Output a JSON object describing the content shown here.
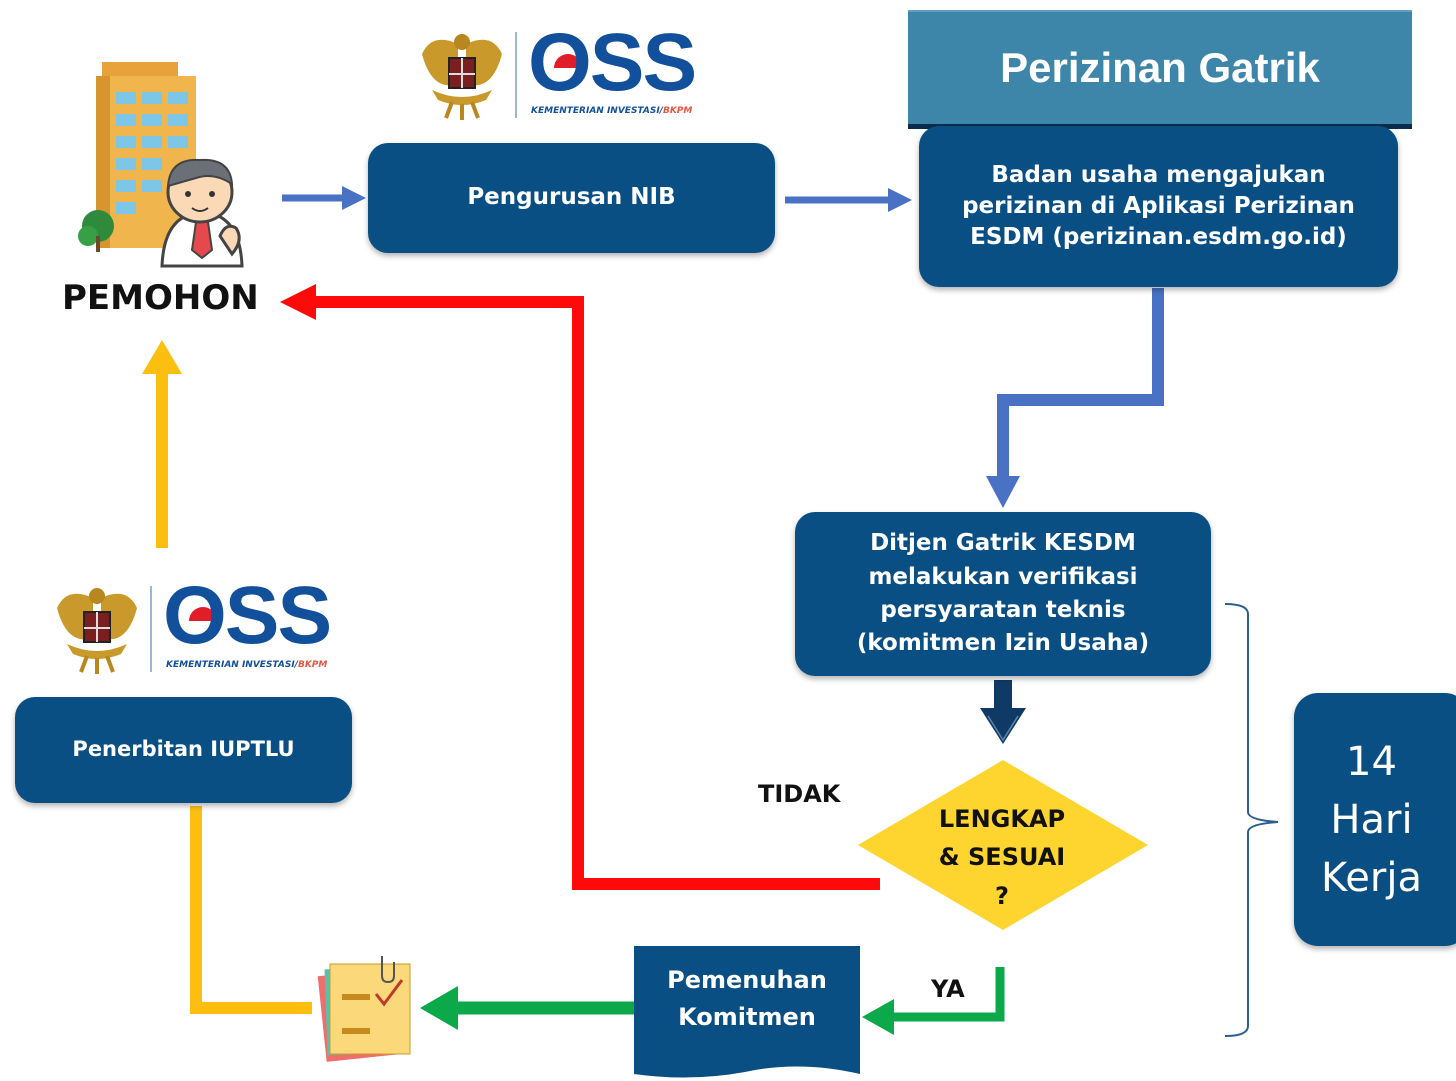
{
  "header": {
    "title": "Perizinan Gatrik"
  },
  "oss_logo": {
    "wordmark": "OSS",
    "subtitle_main": "KEMENTERIAN INVESTASI/",
    "subtitle_alt": "BKPM"
  },
  "actor": {
    "label": "PEMOHON"
  },
  "steps": {
    "nib": "Pengurusan NIB",
    "apply": [
      "Badan usaha mengajukan",
      "perizinan di Aplikasi Perizinan",
      "ESDM (perizinan.esdm.go.id)"
    ],
    "verify": [
      "Ditjen Gatrik KESDM",
      "melakukan verifikasi",
      "persyaratan teknis",
      "(komitmen Izin Usaha)"
    ],
    "decision": [
      "LENGKAP",
      "& SESUAI",
      "?"
    ],
    "commitment": [
      "Pemenuhan",
      "Komitmen"
    ],
    "issue": "Penerbitan IUPTLU"
  },
  "branches": {
    "no": "TIDAK",
    "yes": "YA"
  },
  "duration": {
    "number": "14",
    "line2": "Hari",
    "line3": "Kerja"
  },
  "colors": {
    "box": "#0a4f84",
    "blue_arrow": "#4a72c4",
    "red_arrow": "#ff0a0a",
    "yellow_arrow": "#fcbf0f",
    "green_arrow": "#0ca94b",
    "decision": "#fdd52e"
  }
}
